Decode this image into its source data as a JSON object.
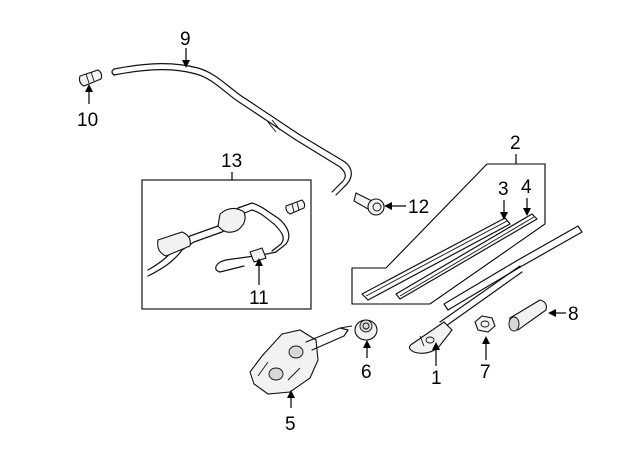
{
  "diagram": {
    "type": "exploded-parts-diagram",
    "callouts": [
      {
        "id": "1",
        "label": "1"
      },
      {
        "id": "2",
        "label": "2"
      },
      {
        "id": "3",
        "label": "3"
      },
      {
        "id": "4",
        "label": "4"
      },
      {
        "id": "5",
        "label": "5"
      },
      {
        "id": "6",
        "label": "6"
      },
      {
        "id": "7",
        "label": "7"
      },
      {
        "id": "8",
        "label": "8"
      },
      {
        "id": "9",
        "label": "9"
      },
      {
        "id": "10",
        "label": "10"
      },
      {
        "id": "11",
        "label": "11"
      },
      {
        "id": "12",
        "label": "12"
      },
      {
        "id": "13",
        "label": "13"
      }
    ]
  }
}
